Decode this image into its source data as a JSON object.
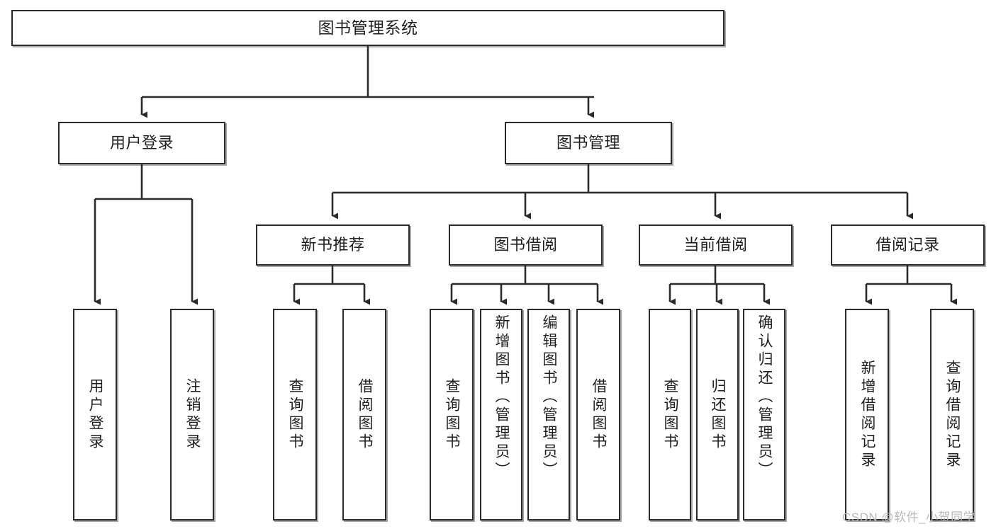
{
  "diagram": {
    "title": "图书管理系统",
    "type": "tree-hierarchy-chart",
    "root": {
      "label": "图书管理系统"
    },
    "level2": [
      {
        "label": "用户登录"
      },
      {
        "label": "图书管理"
      }
    ],
    "level3": [
      {
        "label": "新书推荐"
      },
      {
        "label": "图书借阅"
      },
      {
        "label": "当前借阅"
      },
      {
        "label": "借阅记录"
      }
    ],
    "leaves": {
      "user_login": [
        {
          "label": "用户登录"
        },
        {
          "label": "注销登录"
        }
      ],
      "new_book_recommend": [
        {
          "label": "查询图书"
        },
        {
          "label": "借阅图书"
        }
      ],
      "book_borrow": [
        {
          "label": "查询图书"
        },
        {
          "label": "新增图书（管理员）"
        },
        {
          "label": "编辑图书（管理员）"
        },
        {
          "label": "借阅图书"
        }
      ],
      "current_borrow": [
        {
          "label": "查询图书"
        },
        {
          "label": "归还图书"
        },
        {
          "label": "确认归还（管理员）"
        }
      ],
      "borrow_record": [
        {
          "label": "新增借阅记录"
        },
        {
          "label": "查询借阅记录"
        }
      ]
    }
  },
  "watermark": {
    "text": "CSDN @软件_小贺同学"
  },
  "colors": {
    "border": "#2b2b2b",
    "background": "#ffffff",
    "text": "#1f1f1f",
    "watermark": "#b9b9b9"
  }
}
